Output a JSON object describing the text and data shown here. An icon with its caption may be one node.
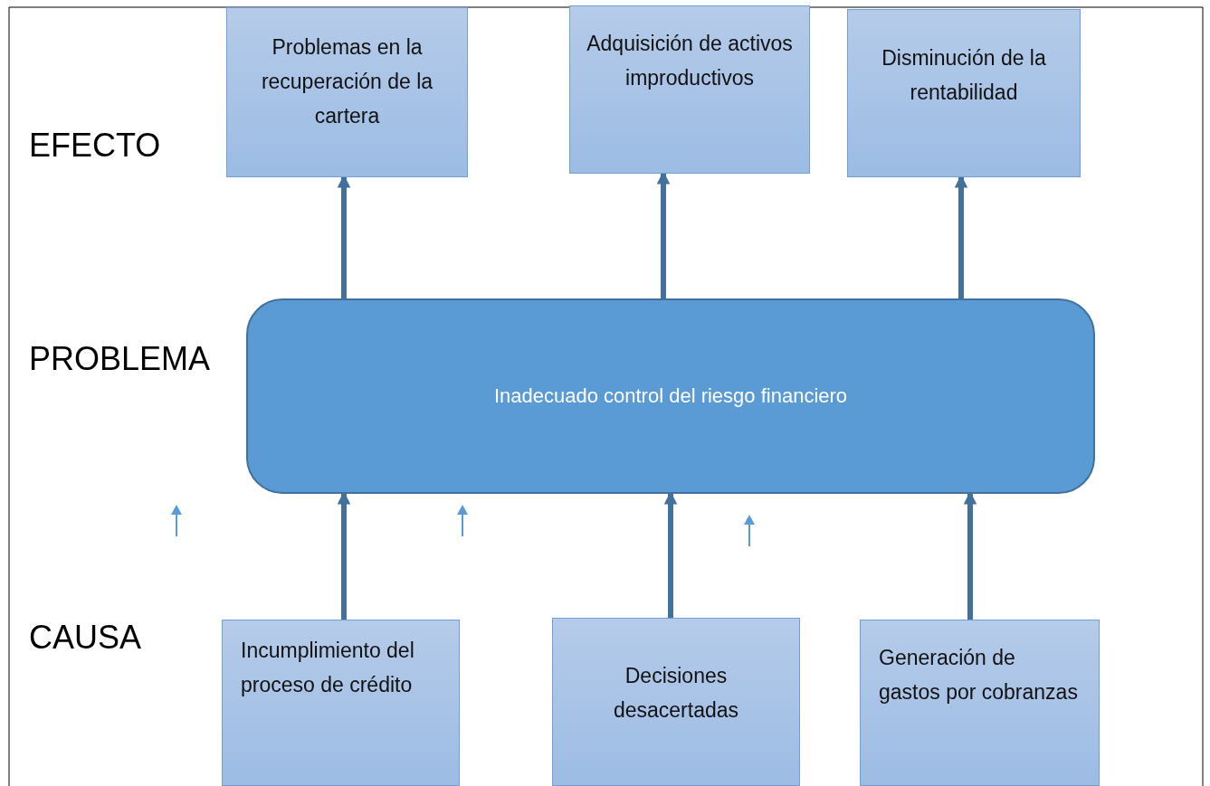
{
  "diagram": {
    "nodes": [
      {
        "text": [
          "Problemas en la recuperación de la cartera"
        ]
      },
      {
        "text": [
          "Adquisición de activos improductivos"
        ]
      },
      {
        "text": [
          "Disminución de la rentabilidad"
        ]
      },
      {
        "text": [
          "Inadecuado control del riesgo financiero"
        ]
      },
      {
        "text": [
          "Incumplimiento del proceso de crédito"
        ]
      },
      {
        "text": [
          "Decisiones desacertadas"
        ]
      },
      {
        "text": [
          "Generación de gastos por cobranzas"
        ]
      }
    ],
    "edges": [
      {
        "from": 3,
        "to": 0,
        "arrow": "to"
      },
      {
        "from": 3,
        "to": 1,
        "arrow": "to"
      },
      {
        "from": 3,
        "to": 2,
        "arrow": "to"
      },
      {
        "from": 4,
        "to": 3,
        "arrow": "to"
      },
      {
        "from": 5,
        "to": 3,
        "arrow": "to"
      },
      {
        "from": 6,
        "to": 3,
        "arrow": "to"
      }
    ],
    "labels": [
      "EFECTO",
      "PROBLEMA",
      "CAUSA"
    ]
  }
}
